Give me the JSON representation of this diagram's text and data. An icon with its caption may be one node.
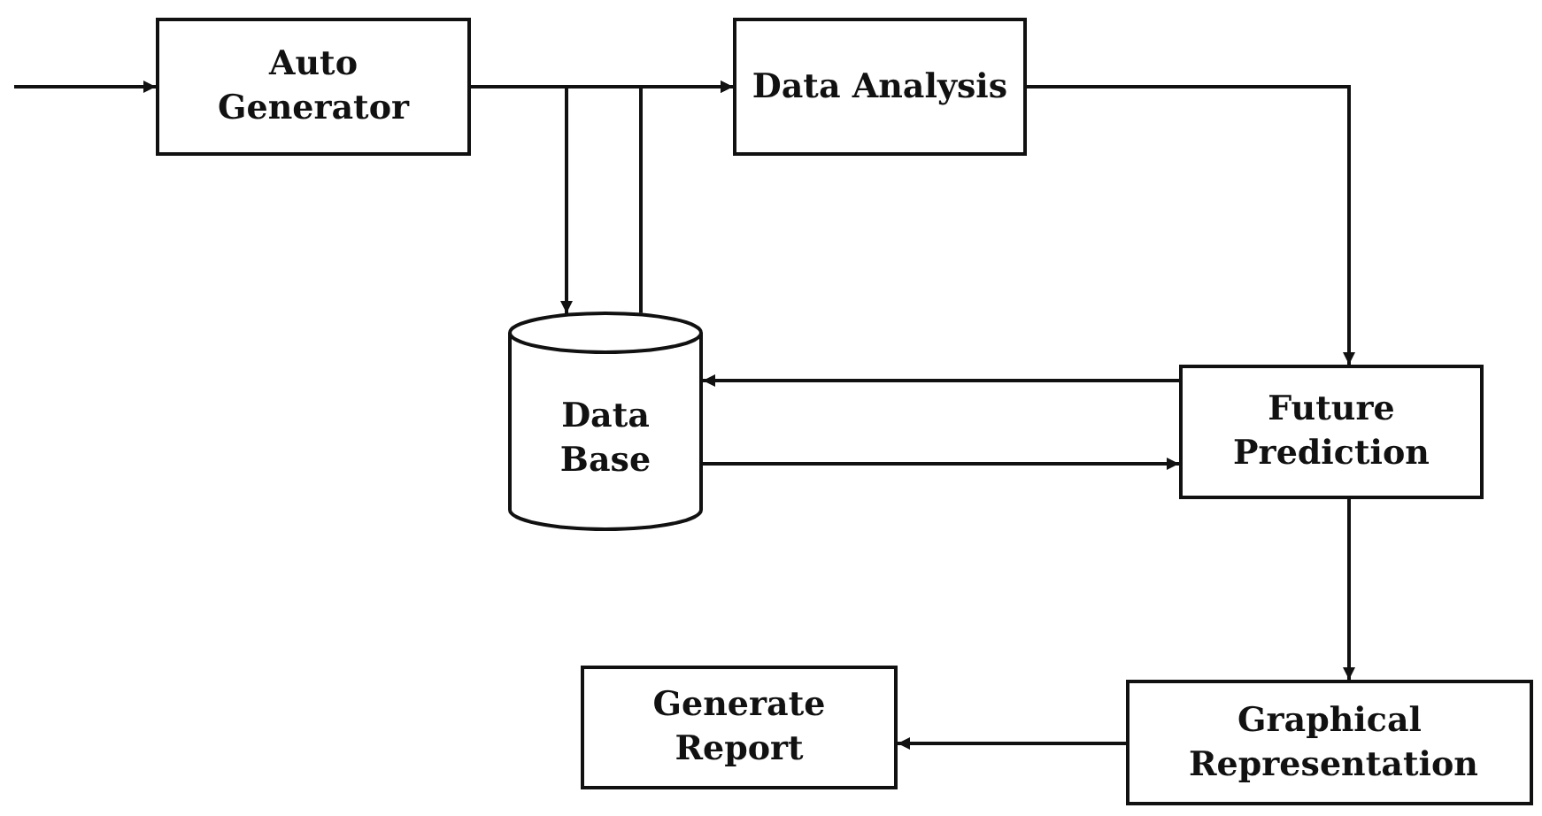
{
  "diagram": {
    "nodes": [
      {
        "text": [
          "Auto Generator"
        ]
      },
      {
        "text": [
          "Data Analysis"
        ]
      },
      {
        "text": [
          "Data Base"
        ]
      },
      {
        "text": [
          "Future Prediction"
        ]
      },
      {
        "text": [
          "Graphical Representation"
        ]
      },
      {
        "text": [
          "Generate Report"
        ]
      }
    ],
    "edges": [
      {
        "from": null,
        "to": 0,
        "arrow": "to"
      },
      {
        "from": 0,
        "to": 1,
        "arrow": "to"
      },
      {
        "from": 0,
        "to": 2,
        "arrow": "to"
      },
      {
        "from": 2,
        "to": 1,
        "arrow": "to"
      },
      {
        "from": 1,
        "to": 3,
        "arrow": "to"
      },
      {
        "from": 3,
        "to": 2,
        "arrow": "to"
      },
      {
        "from": 2,
        "to": 3,
        "arrow": "to"
      },
      {
        "from": 3,
        "to": 4,
        "arrow": "to"
      },
      {
        "from": 4,
        "to": 5,
        "arrow": "to"
      }
    ]
  }
}
